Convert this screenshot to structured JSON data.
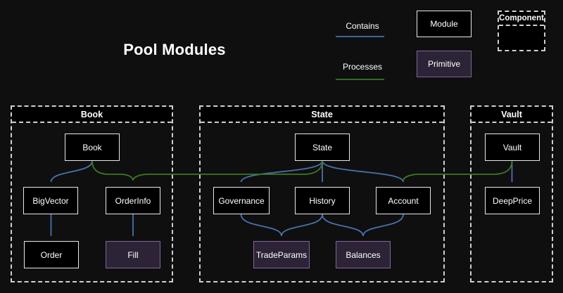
{
  "title": "Pool Modules",
  "legend": {
    "contains_label": "Contains",
    "processes_label": "Processes",
    "module_label": "Module",
    "primitive_label": "Primitive",
    "component_label": "Component"
  },
  "containers": [
    {
      "name": "Book"
    },
    {
      "name": "State"
    },
    {
      "name": "Vault"
    }
  ],
  "nodes": {
    "book": "Book",
    "bigvector": "BigVector",
    "orderinfo": "OrderInfo",
    "order": "Order",
    "fill": "Fill",
    "state": "State",
    "governance": "Governance",
    "history": "History",
    "account": "Account",
    "tradeparams": "TradeParams",
    "balances": "Balances",
    "vault": "Vault",
    "deepprice": "DeepPrice"
  },
  "edges": {
    "contains": [
      {
        "from": "Book",
        "to": "BigVector"
      },
      {
        "from": "BigVector",
        "to": "Order"
      },
      {
        "from": "OrderInfo",
        "to": "Fill"
      },
      {
        "from": "State",
        "to": "Governance"
      },
      {
        "from": "State",
        "to": "History"
      },
      {
        "from": "State",
        "to": "Account"
      },
      {
        "from": "Governance",
        "to": "TradeParams"
      },
      {
        "from": "History",
        "to": "TradeParams"
      },
      {
        "from": "History",
        "to": "Balances"
      },
      {
        "from": "Account",
        "to": "Balances"
      },
      {
        "from": "Vault",
        "to": "DeepPrice"
      }
    ],
    "processes": [
      {
        "from": "Book",
        "to": "OrderInfo"
      },
      {
        "from": "State",
        "to": "OrderInfo"
      },
      {
        "from": "Vault",
        "to": "Account"
      }
    ]
  },
  "colors": {
    "background": "#0f0f10",
    "box_fill": "#000000",
    "box_border": "#e8e8e8",
    "primitive_fill": "#2d2336",
    "primitive_border": "#82639a",
    "contains_arrow": "#4a71ad",
    "processes_arrow": "#3d7a1f",
    "container_border": "#cfcfcf"
  }
}
